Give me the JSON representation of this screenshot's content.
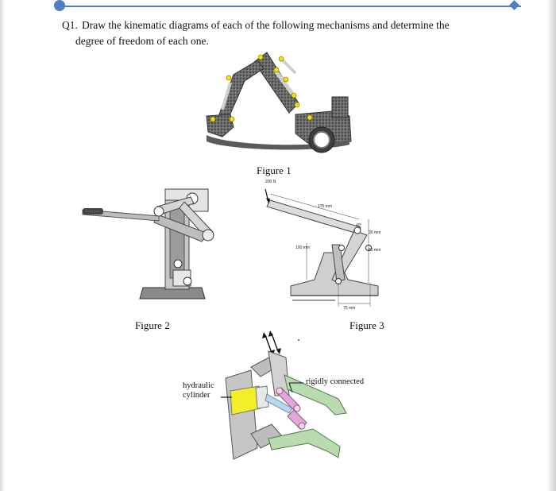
{
  "question": {
    "number": "Q1.",
    "line1": "Draw the kinematic diagrams of each of the following mechanisms and determine the",
    "line2": "degree of freedom of each one."
  },
  "figures": {
    "figure1_caption": "Figure 1",
    "figure2_caption": "Figure 2",
    "figure3_caption": "Figure 3"
  },
  "figure3": {
    "force": "200 N",
    "dim_175": "175 mm",
    "dim_100": "100 mm",
    "dim_30": "30 mm",
    "dim_60": "60 mm",
    "dim_75": "75 mm",
    "angle": "40°"
  },
  "figure4": {
    "hydraulic_line1": "hydraulic",
    "hydraulic_line2": "cylinder",
    "rigid_label": "rigidly connected"
  },
  "colors": {
    "accent_rule": "#4f7fc3",
    "joint_marker": "#f2e600",
    "gripper_green": "#b9dbb0",
    "link_pink": "#e3a6d8",
    "cylinder_yellow": "#f2ef2a",
    "rod_blue": "#b7d7ee"
  }
}
